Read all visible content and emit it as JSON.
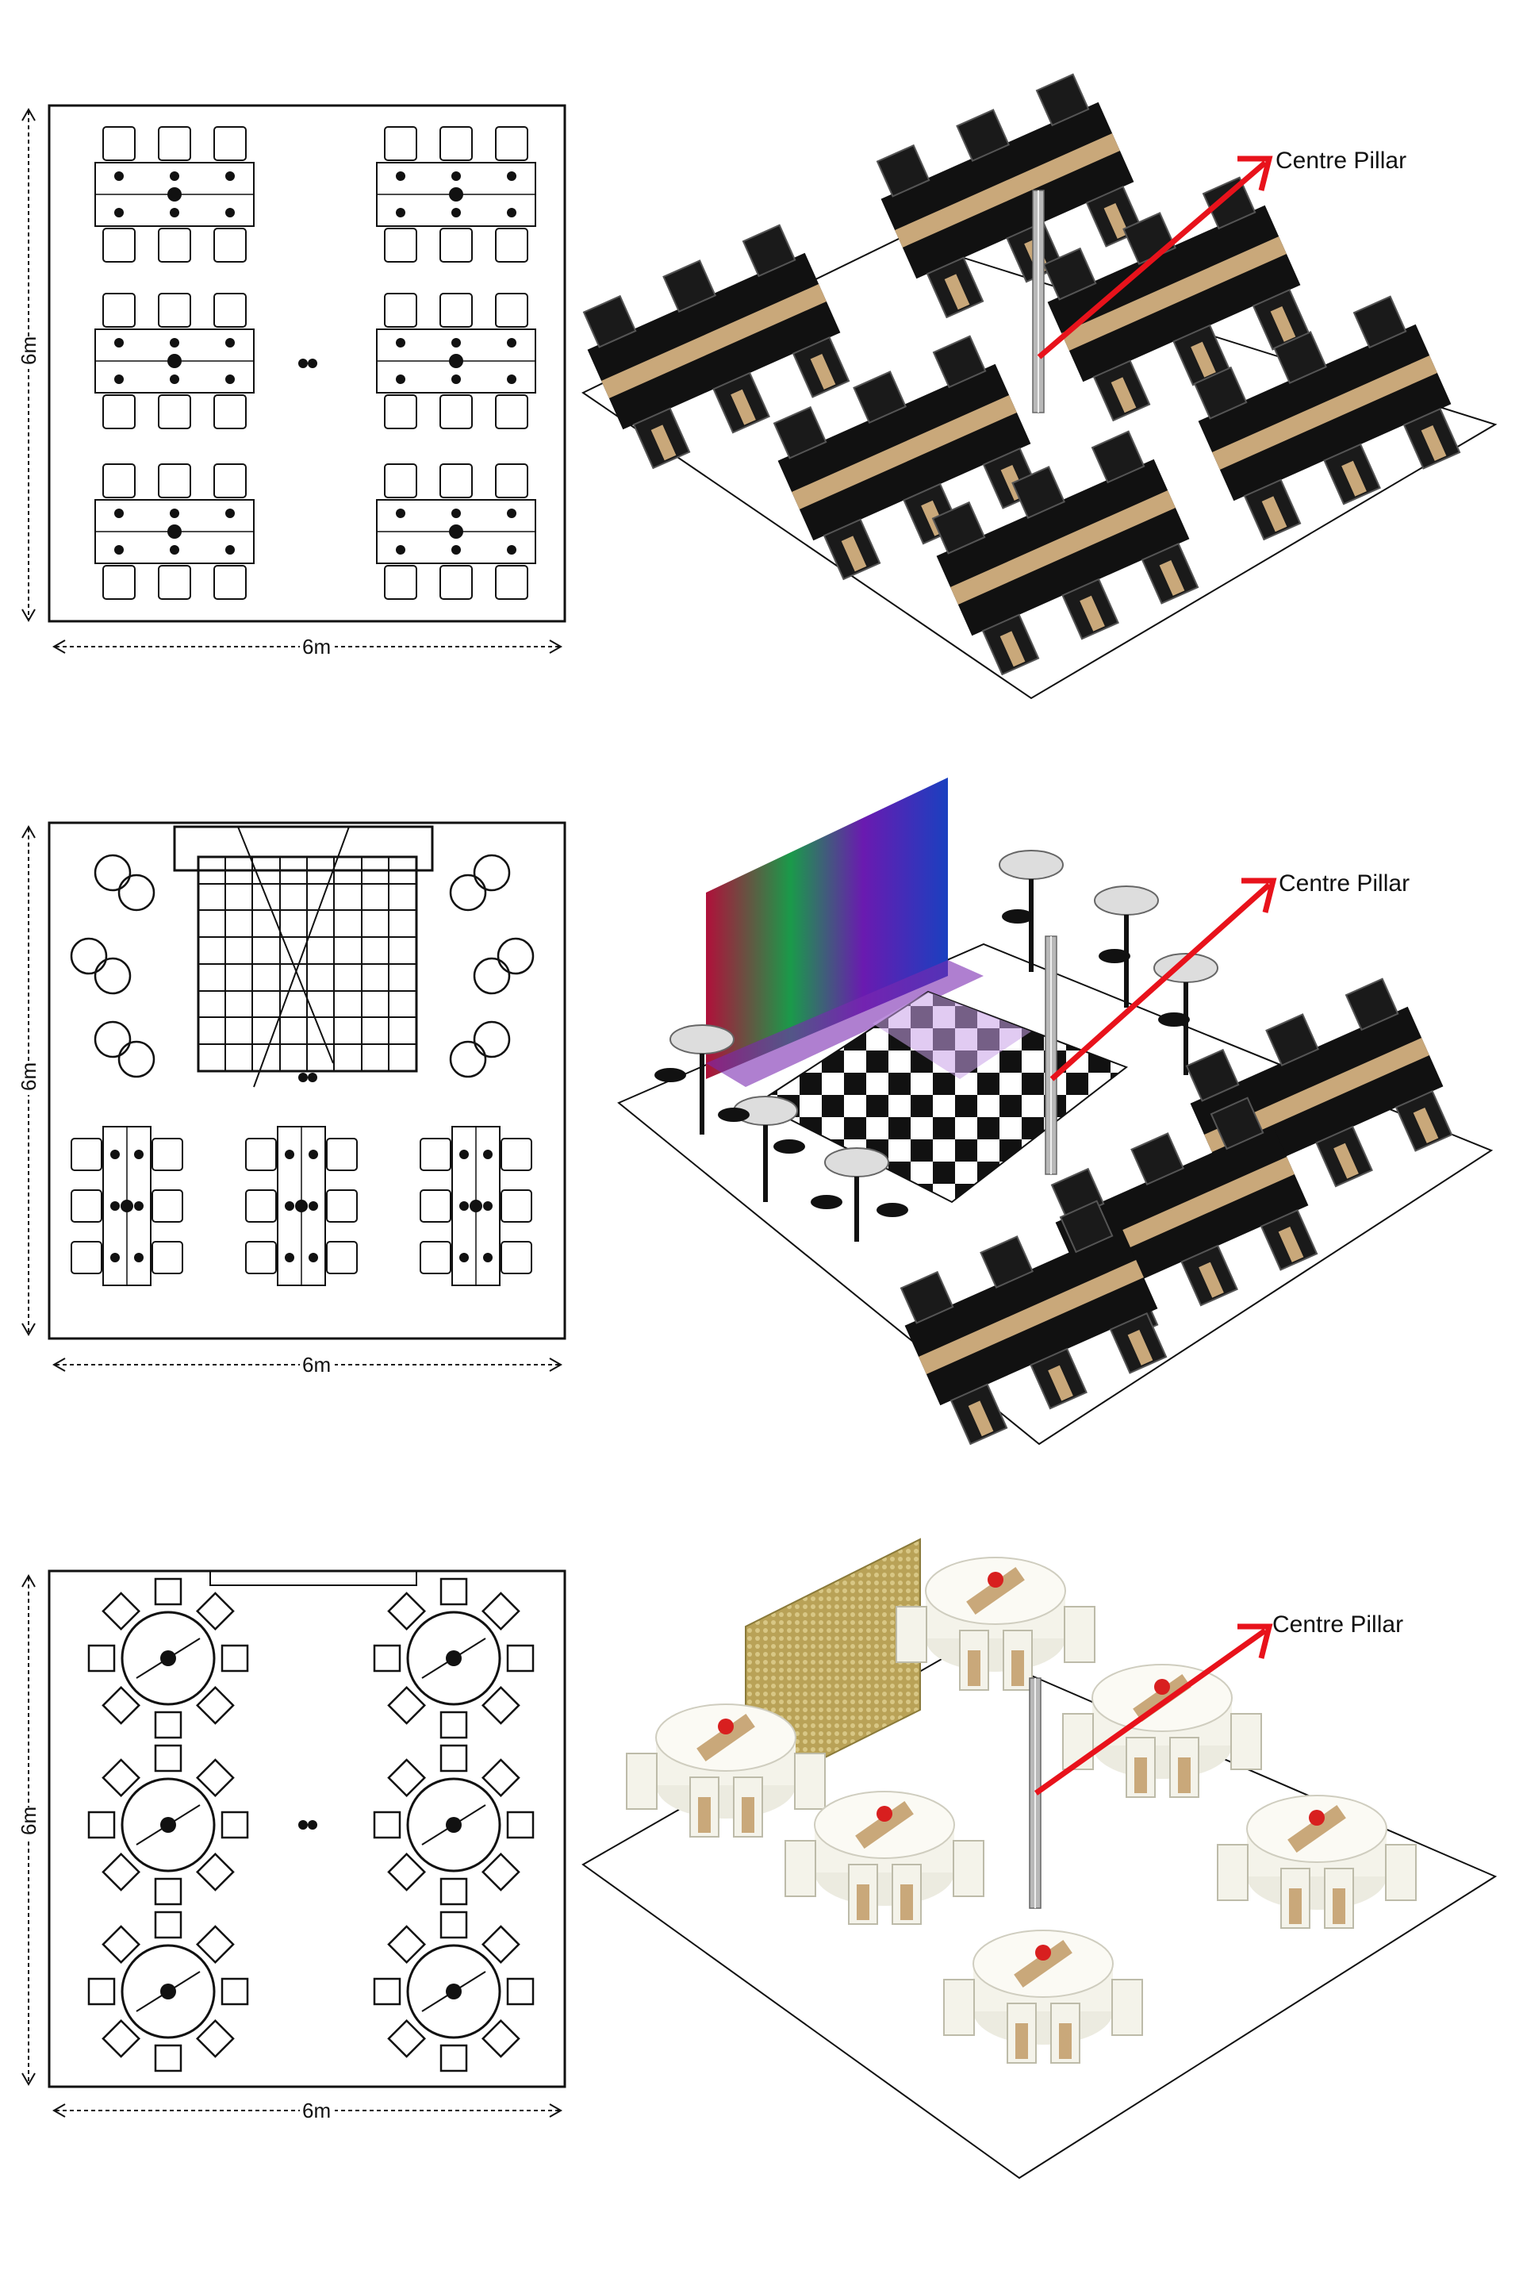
{
  "colors": {
    "callout_arrow": "#e8121b",
    "linen_black": "#111111",
    "linen_white": "#f4f3ea",
    "runner_gold": "#c9a87a",
    "backdrop_gold": "#b9a257",
    "dance_floor_dark": "#111111",
    "dance_floor_light": "#ffffff"
  },
  "icons": [
    "dimension-arrow-icon",
    "callout-arrow-icon",
    "chair-icon",
    "round-table-icon",
    "long-table-icon",
    "pillar-icon"
  ],
  "layouts": [
    {
      "plan": {
        "width_label": "6m",
        "height_label": "6m",
        "table_style": "long",
        "table_count": 6
      },
      "view": {
        "callout": "Centre Pillar"
      }
    },
    {
      "plan": {
        "width_label": "6m",
        "height_label": "6m",
        "table_style": "long-with-dance-floor",
        "table_count": 3
      },
      "view": {
        "callout": "Centre Pillar"
      }
    },
    {
      "plan": {
        "width_label": "6m",
        "height_label": "6m",
        "table_style": "round",
        "table_count": 6
      },
      "view": {
        "callout": "Centre Pillar"
      }
    }
  ]
}
